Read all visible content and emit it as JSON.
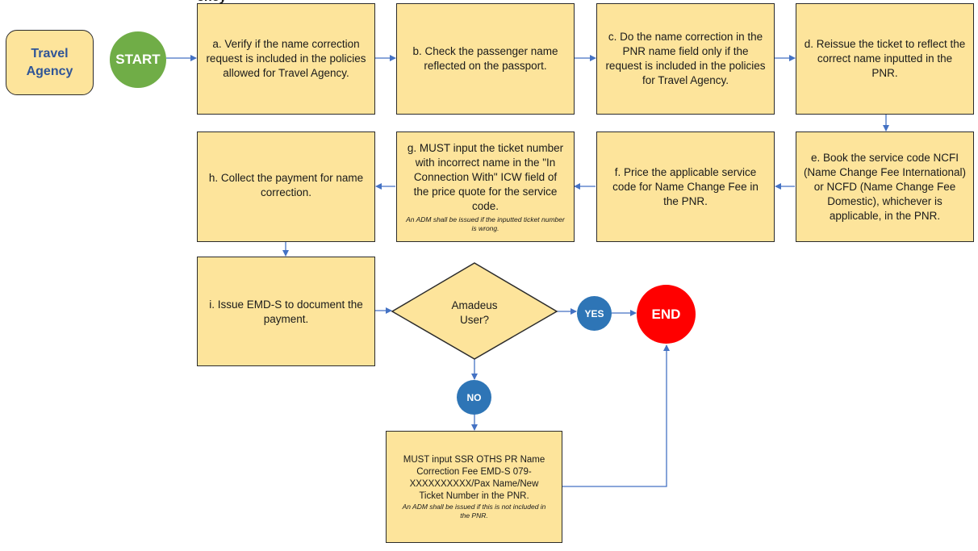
{
  "header": {
    "cut_title": "ency"
  },
  "actor": {
    "label": "Travel Agency"
  },
  "start": {
    "label": "START"
  },
  "end": {
    "label": "END"
  },
  "steps": {
    "a": {
      "text": "a. Verify if the name correction request is included in the policies allowed for Travel Agency."
    },
    "b": {
      "text": "b. Check the passenger name reflected on the passport."
    },
    "c": {
      "text": "c. Do the name correction in the PNR name field only if the request is included in the policies for Travel Agency."
    },
    "d": {
      "text": "d. Reissue the ticket to reflect the correct name inputted in the PNR."
    },
    "e": {
      "text": "e. Book the service code NCFI (Name Change Fee International) or NCFD (Name Change Fee Domestic), whichever is applicable, in the PNR."
    },
    "f": {
      "text": "f. Price the applicable service code for Name Change Fee in the PNR."
    },
    "g": {
      "text": "g. MUST input the ticket number with incorrect name in the \"In Connection With\" ICW field of the price quote for the service code.",
      "note": "An ADM shall be issued if the inputted ticket number is wrong."
    },
    "h": {
      "text": "h. Collect the payment for name correction."
    },
    "i": {
      "text": "i. Issue EMD-S to document the payment."
    },
    "ssr": {
      "text": "MUST input SSR OTHS PR Name Correction Fee EMD-S 079-XXXXXXXXXX/Pax Name/New Ticket Number in the PNR.",
      "note": "An ADM shall be issued if this is not included in the PNR."
    }
  },
  "decision": {
    "label": "Amadeus User?",
    "yes": "YES",
    "no": "NO"
  },
  "colors": {
    "box_fill": "#fde49b",
    "start": "#70ad47",
    "end": "#ff0000",
    "yes_no": "#2e75b6",
    "connector": "#4472c4",
    "actor_text": "#2f5597"
  }
}
